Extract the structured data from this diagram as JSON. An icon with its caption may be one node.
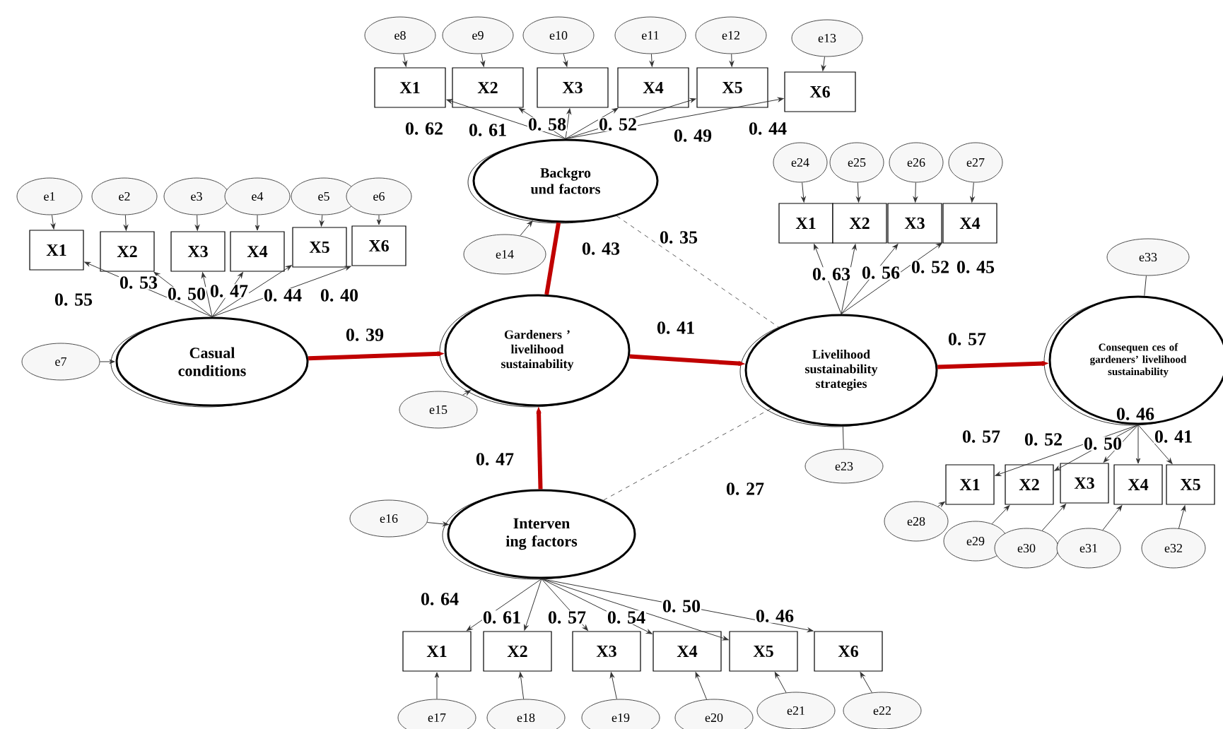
{
  "diagram": {
    "nodes": [
      {
        "text": [
          "e8"
        ]
      },
      {
        "text": [
          "e9"
        ]
      },
      {
        "text": [
          "e10"
        ]
      },
      {
        "text": [
          "e11"
        ]
      },
      {
        "text": [
          "e12"
        ]
      },
      {
        "text": [
          "e13"
        ]
      },
      {
        "text": [
          "X1"
        ]
      },
      {
        "text": [
          "X2"
        ]
      },
      {
        "text": [
          "X3"
        ]
      },
      {
        "text": [
          "X4"
        ]
      },
      {
        "text": [
          "X5"
        ]
      },
      {
        "text": [
          "X6"
        ]
      },
      {
        "text": [
          "Backgro und factors"
        ]
      },
      {
        "text": [
          "e14"
        ]
      },
      {
        "text": [
          "e1"
        ]
      },
      {
        "text": [
          "e2"
        ]
      },
      {
        "text": [
          "e3"
        ]
      },
      {
        "text": [
          "e4"
        ]
      },
      {
        "text": [
          "e5"
        ]
      },
      {
        "text": [
          "e6"
        ]
      },
      {
        "text": [
          "X1"
        ]
      },
      {
        "text": [
          "X2"
        ]
      },
      {
        "text": [
          "X3"
        ]
      },
      {
        "text": [
          "X4"
        ]
      },
      {
        "text": [
          "X5"
        ]
      },
      {
        "text": [
          "X6"
        ]
      },
      {
        "text": [
          "e7"
        ]
      },
      {
        "text": [
          "Casual conditions"
        ]
      },
      {
        "text": [
          "Gardeners ’ livelihood sustainability"
        ]
      },
      {
        "text": [
          "e15"
        ]
      },
      {
        "text": [
          "e24"
        ]
      },
      {
        "text": [
          "e25"
        ]
      },
      {
        "text": [
          "e26"
        ]
      },
      {
        "text": [
          "e27"
        ]
      },
      {
        "text": [
          "X1"
        ]
      },
      {
        "text": [
          "X2"
        ]
      },
      {
        "text": [
          "X3"
        ]
      },
      {
        "text": [
          "X4"
        ]
      },
      {
        "text": [
          "Livelihood sustainability strategies"
        ]
      },
      {
        "text": [
          "e23"
        ]
      },
      {
        "text": [
          "e33"
        ]
      },
      {
        "text": [
          "Consequen ces of gardeners’ livelihood sustainability"
        ]
      },
      {
        "text": [
          "X1"
        ]
      },
      {
        "text": [
          "X2"
        ]
      },
      {
        "text": [
          "X3"
        ]
      },
      {
        "text": [
          "X4"
        ]
      },
      {
        "text": [
          "X5"
        ]
      },
      {
        "text": [
          "e28"
        ]
      },
      {
        "text": [
          "e29"
        ]
      },
      {
        "text": [
          "e30"
        ]
      },
      {
        "text": [
          "e31"
        ]
      },
      {
        "text": [
          "e32"
        ]
      },
      {
        "text": [
          "e16"
        ]
      },
      {
        "text": [
          "Interven ing factors"
        ]
      },
      {
        "text": [
          "X1"
        ]
      },
      {
        "text": [
          "X2"
        ]
      },
      {
        "text": [
          "X3"
        ]
      },
      {
        "text": [
          "X4"
        ]
      },
      {
        "text": [
          "X5"
        ]
      },
      {
        "text": [
          "X6"
        ]
      },
      {
        "text": [
          "e17"
        ]
      },
      {
        "text": [
          "e18"
        ]
      },
      {
        "text": [
          "e19"
        ]
      },
      {
        "text": [
          "e20"
        ]
      },
      {
        "text": [
          "e21"
        ]
      },
      {
        "text": [
          "e22"
        ]
      }
    ],
    "edges": [
      {
        "from": 12,
        "to": 6,
        "arrow": "to",
        "label": "0. 62"
      },
      {
        "from": 12,
        "to": 7,
        "arrow": "to",
        "label": "0. 61"
      },
      {
        "from": 12,
        "to": 8,
        "arrow": "to",
        "label": "0. 58"
      },
      {
        "from": 12,
        "to": 9,
        "arrow": "to",
        "label": "0. 52"
      },
      {
        "from": 12,
        "to": 10,
        "arrow": "to",
        "label": "0. 49"
      },
      {
        "from": 12,
        "to": 11,
        "arrow": "to",
        "label": "0. 44"
      },
      {
        "from": 0,
        "to": 6,
        "arrow": "to"
      },
      {
        "from": 1,
        "to": 7,
        "arrow": "to"
      },
      {
        "from": 2,
        "to": 8,
        "arrow": "to"
      },
      {
        "from": 3,
        "to": 9,
        "arrow": "to"
      },
      {
        "from": 4,
        "to": 10,
        "arrow": "to"
      },
      {
        "from": 5,
        "to": 11,
        "arrow": "to"
      },
      {
        "from": 13,
        "to": 12,
        "arrow": "to"
      },
      {
        "from": 27,
        "to": 20,
        "arrow": "to",
        "label": "0. 55"
      },
      {
        "from": 27,
        "to": 21,
        "arrow": "to",
        "label": "0. 53"
      },
      {
        "from": 27,
        "to": 22,
        "arrow": "to",
        "label": "0. 50"
      },
      {
        "from": 27,
        "to": 23,
        "arrow": "to",
        "label": "0. 47"
      },
      {
        "from": 27,
        "to": 24,
        "arrow": "to",
        "label": "0. 44"
      },
      {
        "from": 27,
        "to": 25,
        "arrow": "to",
        "label": "0. 40"
      },
      {
        "from": 14,
        "to": 20,
        "arrow": "to"
      },
      {
        "from": 15,
        "to": 21,
        "arrow": "to"
      },
      {
        "from": 16,
        "to": 22,
        "arrow": "to"
      },
      {
        "from": 17,
        "to": 23,
        "arrow": "to"
      },
      {
        "from": 18,
        "to": 24,
        "arrow": "to"
      },
      {
        "from": 19,
        "to": 25,
        "arrow": "to"
      },
      {
        "from": 26,
        "to": 27,
        "arrow": "to"
      },
      {
        "from": 29,
        "to": 28,
        "arrow": "to"
      },
      {
        "from": 38,
        "to": 34,
        "arrow": "to",
        "label": "0. 63"
      },
      {
        "from": 38,
        "to": 35,
        "arrow": "to",
        "label": "0. 56"
      },
      {
        "from": 38,
        "to": 36,
        "arrow": "to",
        "label": "0. 52"
      },
      {
        "from": 38,
        "to": 37,
        "arrow": "to",
        "label": "0. 45"
      },
      {
        "from": 30,
        "to": 34,
        "arrow": "to"
      },
      {
        "from": 31,
        "to": 35,
        "arrow": "to"
      },
      {
        "from": 32,
        "to": 36,
        "arrow": "to"
      },
      {
        "from": 33,
        "to": 37,
        "arrow": "to"
      },
      {
        "from": 39,
        "to": 38,
        "arrow": "none"
      },
      {
        "from": 40,
        "to": 41,
        "arrow": "none"
      },
      {
        "from": 41,
        "to": 42,
        "arrow": "to",
        "label": "0. 57"
      },
      {
        "from": 41,
        "to": 43,
        "arrow": "to",
        "label": "0. 52"
      },
      {
        "from": 41,
        "to": 44,
        "arrow": "to",
        "label": "0. 50"
      },
      {
        "from": 41,
        "to": 45,
        "arrow": "to",
        "label": "0. 46"
      },
      {
        "from": 41,
        "to": 46,
        "arrow": "to",
        "label": "0. 41"
      },
      {
        "from": 47,
        "to": 42,
        "arrow": "to"
      },
      {
        "from": 48,
        "to": 43,
        "arrow": "to"
      },
      {
        "from": 49,
        "to": 44,
        "arrow": "to"
      },
      {
        "from": 50,
        "to": 45,
        "arrow": "to"
      },
      {
        "from": 51,
        "to": 46,
        "arrow": "to"
      },
      {
        "from": 52,
        "to": 53,
        "arrow": "to"
      },
      {
        "from": 53,
        "to": 54,
        "arrow": "to",
        "label": "0. 64"
      },
      {
        "from": 53,
        "to": 55,
        "arrow": "to",
        "label": "0. 61"
      },
      {
        "from": 53,
        "to": 56,
        "arrow": "to",
        "label": "0. 57"
      },
      {
        "from": 53,
        "to": 57,
        "arrow": "to",
        "label": "0. 54"
      },
      {
        "from": 53,
        "to": 58,
        "arrow": "to",
        "label": "0. 50"
      },
      {
        "from": 53,
        "to": 59,
        "arrow": "to",
        "label": "0. 46"
      },
      {
        "from": 60,
        "to": 54,
        "arrow": "to"
      },
      {
        "from": 61,
        "to": 55,
        "arrow": "to"
      },
      {
        "from": 62,
        "to": 56,
        "arrow": "to"
      },
      {
        "from": 63,
        "to": 57,
        "arrow": "to"
      },
      {
        "from": 64,
        "to": 58,
        "arrow": "to"
      },
      {
        "from": 65,
        "to": 59,
        "arrow": "to"
      },
      {
        "from": 27,
        "to": 28,
        "arrow": "to",
        "label": "0. 39",
        "style": "thick",
        "color": "#c00000"
      },
      {
        "from": 12,
        "to": 28,
        "arrow": "none",
        "label": "0. 43",
        "style": "thick",
        "color": "#c00000"
      },
      {
        "from": 53,
        "to": 28,
        "arrow": "to",
        "label": "0. 47",
        "style": "thick",
        "color": "#c00000"
      },
      {
        "from": 28,
        "to": 38,
        "arrow": "to",
        "label": "0. 41",
        "style": "thick",
        "color": "#c00000"
      },
      {
        "from": 38,
        "to": 41,
        "arrow": "to",
        "label": "0. 57",
        "style": "thick",
        "color": "#c00000"
      },
      {
        "from": 12,
        "to": 38,
        "arrow": "none",
        "label": "0. 35",
        "style": "dashed"
      },
      {
        "from": 53,
        "to": 38,
        "arrow": "none",
        "label": "0. 27",
        "style": "dashed"
      }
    ]
  }
}
